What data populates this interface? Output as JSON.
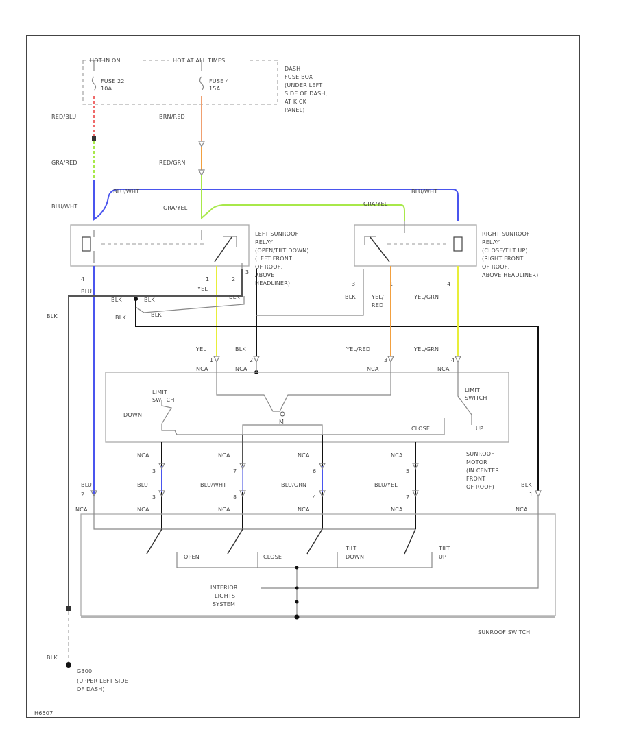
{
  "fuse_box": {
    "hot_in_on": "HOT IN ON",
    "hot_at_all_times": "HOT AT ALL TIMES",
    "fuse22": [
      "FUSE 22",
      "10A"
    ],
    "fuse4": [
      "FUSE 4",
      "15A"
    ],
    "location": [
      "DASH",
      "FUSE BOX",
      "(UNDER LEFT",
      "SIDE OF DASH,",
      "AT KICK",
      "PANEL)"
    ]
  },
  "wires": {
    "red_blu": "RED/BLU",
    "brn_red": "BRN/RED",
    "gra_red": "GRA/RED",
    "red_grn": "RED/GRN",
    "blu_wht": "BLU/WHT",
    "blu_wht_top_left": "BLU/WHT",
    "blu_wht_top_right": "BLU/WHT",
    "gra_yel_left": "GRA/YEL",
    "gra_yel_right": "GRA/YEL",
    "blu": "BLU",
    "yel": "YEL",
    "blk": "BLK",
    "blk_left": "BLK",
    "blk_junction_a": "BLK",
    "blk_junction_b": "BLK",
    "blk_junction_c": "BLK",
    "blk_lower": "BLK",
    "yel_red_relay": [
      "YEL/",
      "RED"
    ],
    "yel_grn_relay": "YEL/GRN",
    "blk_right_relay": "BLK",
    "yel_conn": "YEL",
    "blk_conn": "BLK",
    "yel_red_conn": "YEL/RED",
    "yel_grn_conn": "YEL/GRN",
    "blk_motor": "BLK",
    "blu_bottom": "BLU",
    "blu_wht_bottom": "BLU/WHT",
    "blu_grn_bottom": "BLU/GRN",
    "blu_yel_bottom": "BLU/YEL",
    "blu_side": "BLU",
    "blk_ground": "BLK"
  },
  "left_relay": {
    "label": [
      "LEFT SUNROOF",
      "RELAY",
      "(OPEN/TILT DOWN)",
      "(LEFT FRONT",
      "OF ROOF,",
      "ABOVE",
      "HEADLINER)"
    ],
    "pins": [
      "4",
      "1",
      "2",
      "3"
    ]
  },
  "right_relay": {
    "label": [
      "RIGHT SUNROOF",
      "RELAY",
      "(CLOSE/TILT UP)",
      "(RIGHT FRONT",
      "OF ROOF,",
      "ABOVE HEADLINER)"
    ],
    "pins": [
      "3",
      "1",
      "4"
    ]
  },
  "motor": {
    "limit_switch_left": [
      "LIMIT",
      "SWITCH"
    ],
    "limit_switch_right": [
      "LIMIT",
      "SWITCH"
    ],
    "down": "DOWN",
    "up": "UP",
    "m": "M",
    "close": "CLOSE",
    "label": [
      "SUNROOF",
      "MOTOR",
      "(IN CENTER",
      "FRONT",
      "OF ROOF)"
    ],
    "top_pins": [
      "1",
      "2",
      "3",
      "4"
    ],
    "nca": "NCA"
  },
  "connectors": {
    "upper_pins": [
      "3",
      "7",
      "6",
      "5"
    ],
    "lower_pins": [
      "3",
      "8",
      "4",
      "7"
    ],
    "left_pin": "2",
    "right_pin": "1",
    "nca": "NCA"
  },
  "sunroof_switch": {
    "open": "OPEN",
    "close": "CLOSE",
    "tilt_down": [
      "TILT",
      "DOWN"
    ],
    "tilt_up": [
      "TILT",
      "UP"
    ],
    "interior_lights": [
      "INTERIOR",
      "LIGHTS",
      "SYSTEM"
    ],
    "label": "SUNROOF SWITCH"
  },
  "ground": {
    "id": "G300",
    "location": [
      "(UPPER LEFT SIDE",
      "OF DASH)"
    ]
  },
  "diagram_id": "H6507",
  "colors": {
    "blue": "#4a55ee",
    "yellow": "#e8ee3a",
    "yellow_green": "#a8e84a",
    "orange": "#f2a040",
    "red": "#ef6a6a",
    "black": "#111111",
    "frame": "#444444"
  }
}
